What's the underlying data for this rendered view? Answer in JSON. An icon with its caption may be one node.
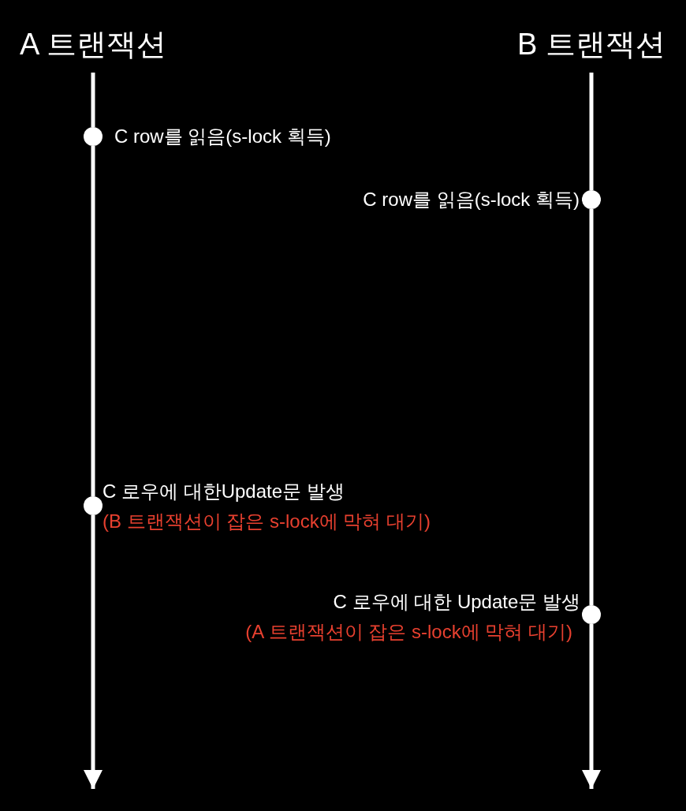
{
  "diagram": {
    "nodes": [
      {
        "text": [
          "A 트랜잭션"
        ]
      },
      {
        "text": [
          "B 트랜잭션"
        ]
      },
      {
        "text": [],
        "shape": "circle",
        "beside": [
          "C row를 읽음(s-lock 획득)"
        ]
      },
      {
        "text": [],
        "shape": "circle",
        "beside": [
          "C row를 읽음(s-lock 획득)"
        ]
      },
      {
        "text": [],
        "shape": "circle",
        "beside": [
          "C 로우에 대한Update문 발생",
          "(B 트랜잭션이 잡은 s-lock에 막혀 대기)"
        ]
      },
      {
        "text": [],
        "shape": "circle",
        "beside": [
          "C 로우에 대한 Update문 발생",
          "(A 트랜잭션이 잡은 s-lock에 막혀 대기)"
        ]
      }
    ],
    "edges": [
      {
        "from": 0,
        "to": 2,
        "arrow": "none"
      },
      {
        "from": 2,
        "to": 4,
        "arrow": "none"
      },
      {
        "from": 4,
        "to": null,
        "arrow": "to"
      },
      {
        "from": 1,
        "to": 3,
        "arrow": "none"
      },
      {
        "from": 3,
        "to": 5,
        "arrow": "none"
      },
      {
        "from": 5,
        "to": null,
        "arrow": "to"
      }
    ]
  }
}
